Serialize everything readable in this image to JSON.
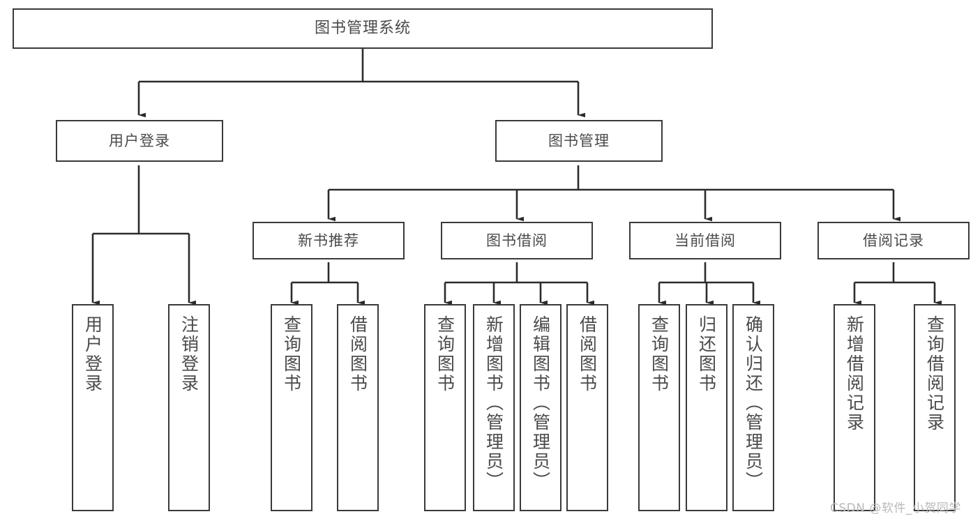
{
  "diagram": {
    "title": "图书管理系统",
    "type": "tree-hierarchy-chart",
    "watermark": "CSDN @软件_小贺同学",
    "colors": {
      "box_border": "#3a3a3a",
      "box_fill": "#ffffff",
      "connector": "#2b2b2b",
      "text": "#4a4a4a",
      "watermark": "#b9b9b9",
      "background": "#ffffff"
    }
  },
  "nodes": {
    "root": {
      "label": "图书管理系统"
    },
    "level2": [
      {
        "label": "用户登录"
      },
      {
        "label": "图书管理"
      }
    ],
    "level3": [
      {
        "label": "新书推荐"
      },
      {
        "label": "图书借阅"
      },
      {
        "label": "当前借阅"
      },
      {
        "label": "借阅记录"
      }
    ],
    "leaves": {
      "user_login": [
        {
          "label": "用户登录"
        },
        {
          "label": "注销登录"
        }
      ],
      "new_book_recommend": [
        {
          "label": "查询图书"
        },
        {
          "label": "借阅图书"
        }
      ],
      "book_borrow": [
        {
          "label": "查询图书"
        },
        {
          "label": "新增图书（管理员）"
        },
        {
          "label": "编辑图书（管理员）"
        },
        {
          "label": "借阅图书"
        }
      ],
      "current_borrow": [
        {
          "label": "查询图书"
        },
        {
          "label": "归还图书"
        },
        {
          "label": "确认归还（管理员）"
        }
      ],
      "borrow_record": [
        {
          "label": "新增借阅记录"
        },
        {
          "label": "查询借阅记录"
        }
      ]
    }
  }
}
